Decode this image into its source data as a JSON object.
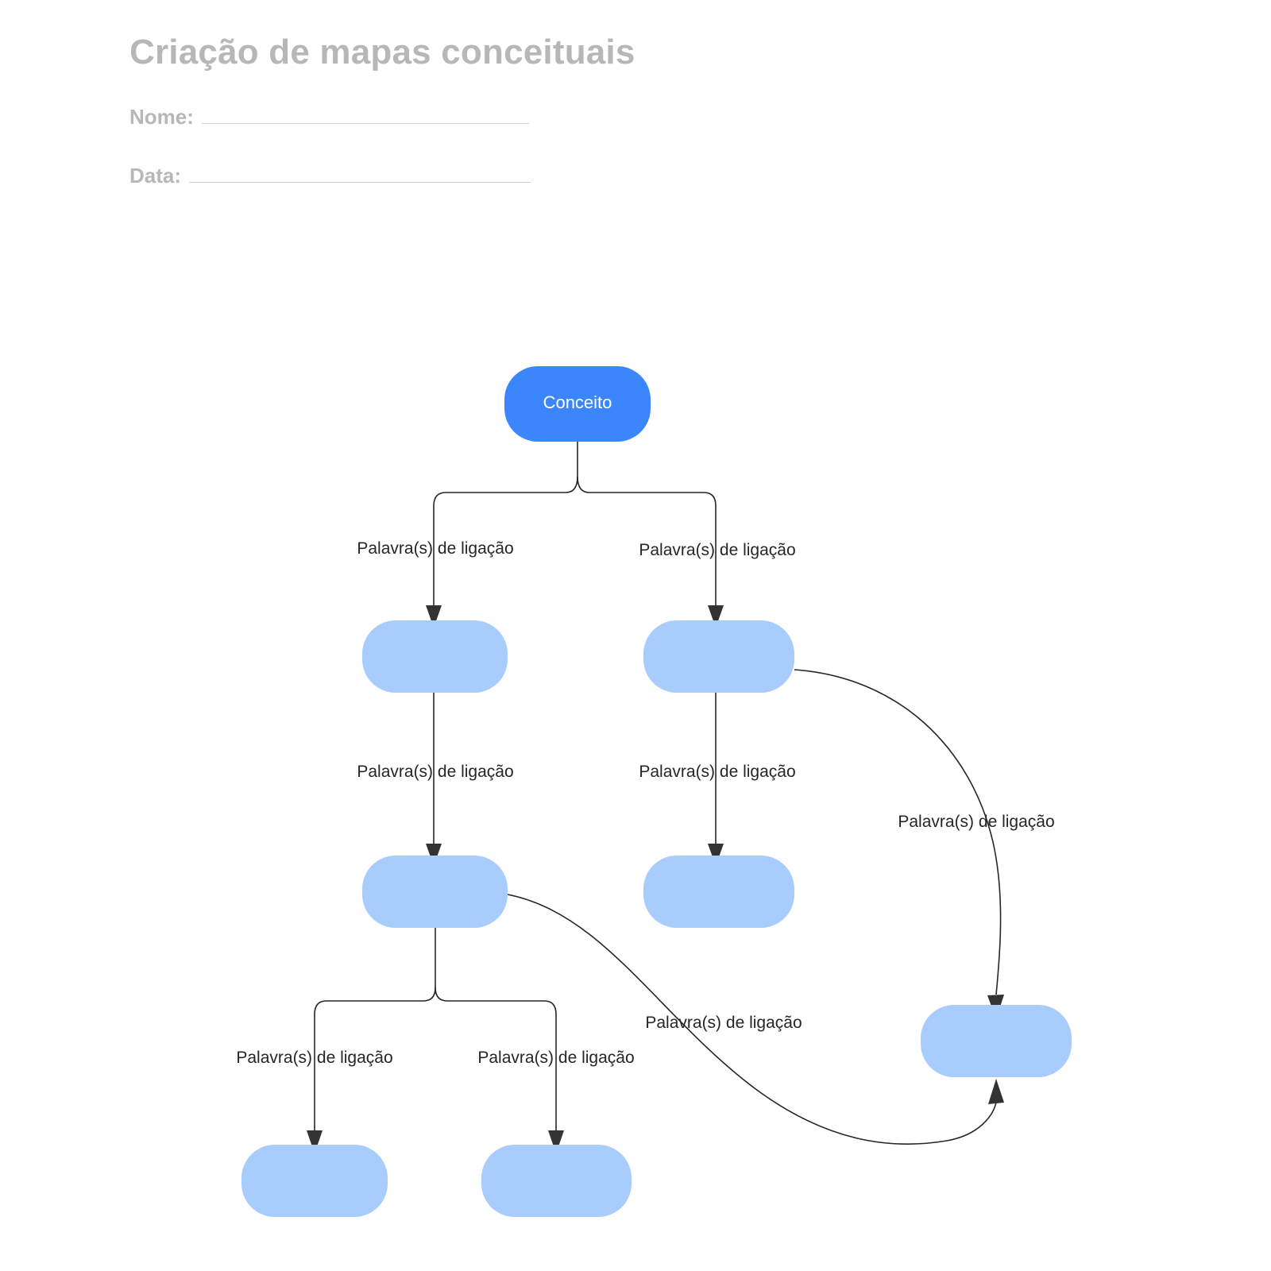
{
  "header": {
    "title": "Criação de mapas conceituais",
    "fields": [
      {
        "label": "Nome:",
        "value": ""
      },
      {
        "label": "Data:",
        "value": ""
      }
    ]
  },
  "diagram": {
    "root_node": {
      "label": "Conceito"
    },
    "nodes": [
      {
        "id": "root",
        "label": "Conceito"
      },
      {
        "id": "n-l1",
        "label": ""
      },
      {
        "id": "n-r1",
        "label": ""
      },
      {
        "id": "n-l2",
        "label": ""
      },
      {
        "id": "n-r2",
        "label": ""
      },
      {
        "id": "n-b1",
        "label": ""
      },
      {
        "id": "n-b2",
        "label": ""
      },
      {
        "id": "n-far",
        "label": ""
      }
    ],
    "edge_labels": [
      "Palavra(s) de ligação",
      "Palavra(s) de ligação",
      "Palavra(s) de ligação",
      "Palavra(s) de ligação",
      "Palavra(s) de ligação",
      "Palavra(s) de ligação",
      "Palavra(s) de ligação",
      "Palavra(s) de ligação"
    ],
    "colors": {
      "root_fill": "#3b86fb",
      "node_fill": "#a8ccfc",
      "edge_stroke": "#262626",
      "label_text": "#262626",
      "heading_text": "#b7b7b7"
    }
  }
}
